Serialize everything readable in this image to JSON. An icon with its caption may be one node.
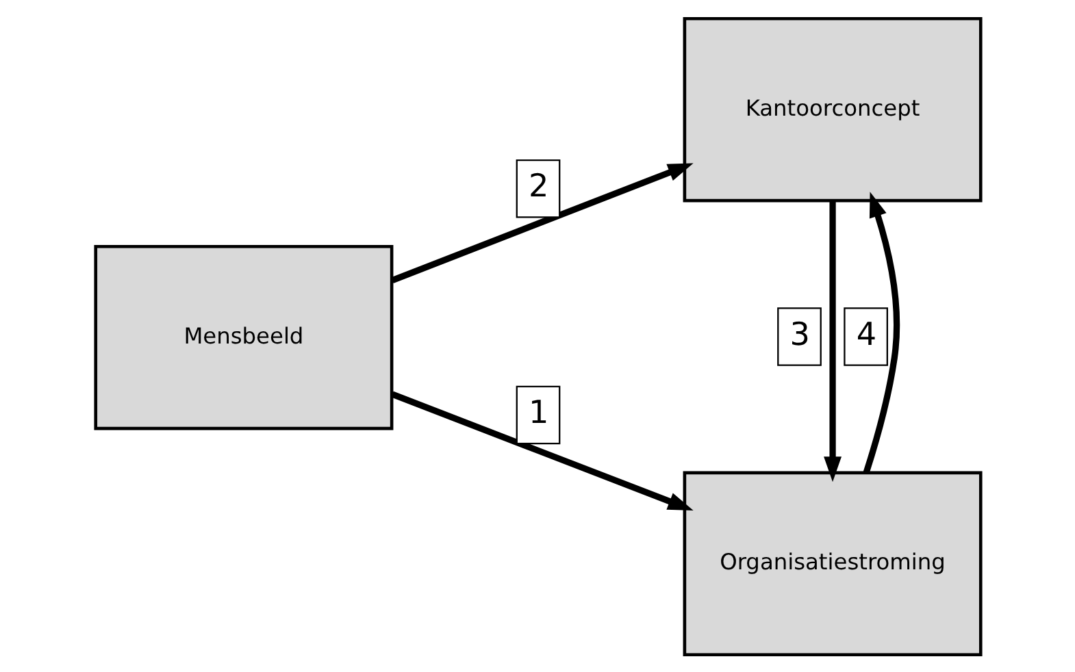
{
  "diagram": {
    "nodes": [
      {
        "text": [
          "Mensbeeld"
        ]
      },
      {
        "text": [
          "Organisatiestroming"
        ]
      },
      {
        "text": [
          "Kantoorconcept"
        ]
      }
    ],
    "edges": [
      {
        "from": 0,
        "to": 1,
        "arrow": "to",
        "label": "1"
      },
      {
        "from": 0,
        "to": 2,
        "arrow": "to",
        "label": "2"
      },
      {
        "from": 2,
        "to": 1,
        "arrow": "to",
        "label": "3"
      },
      {
        "from": 1,
        "to": 2,
        "arrow": "to",
        "label": "4"
      }
    ]
  }
}
